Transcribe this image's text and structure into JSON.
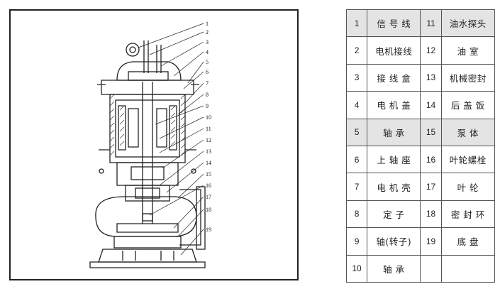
{
  "parts": [
    {
      "num": "1",
      "name": "信 号 线"
    },
    {
      "num": "2",
      "name": "电机接线"
    },
    {
      "num": "3",
      "name": "接 线 盒"
    },
    {
      "num": "4",
      "name": "电 机 盖"
    },
    {
      "num": "5",
      "name": "轴    承"
    },
    {
      "num": "6",
      "name": "上 轴 座"
    },
    {
      "num": "7",
      "name": "电 机 壳"
    },
    {
      "num": "8",
      "name": "定    子"
    },
    {
      "num": "9",
      "name": "轴(转子)"
    },
    {
      "num": "10",
      "name": "轴    承"
    },
    {
      "num": "11",
      "name": "油水探头"
    },
    {
      "num": "12",
      "name": "油    室"
    },
    {
      "num": "13",
      "name": "机械密封"
    },
    {
      "num": "14",
      "name": "后 盖 饭"
    },
    {
      "num": "15",
      "name": "泵    体"
    },
    {
      "num": "16",
      "name": "叶轮螺栓"
    },
    {
      "num": "17",
      "name": "叶    轮"
    },
    {
      "num": "18",
      "name": "密 封 环"
    },
    {
      "num": "19",
      "name": "底    盘"
    }
  ],
  "colors": {
    "line": "#222222",
    "shade": "#e4e4e4"
  }
}
